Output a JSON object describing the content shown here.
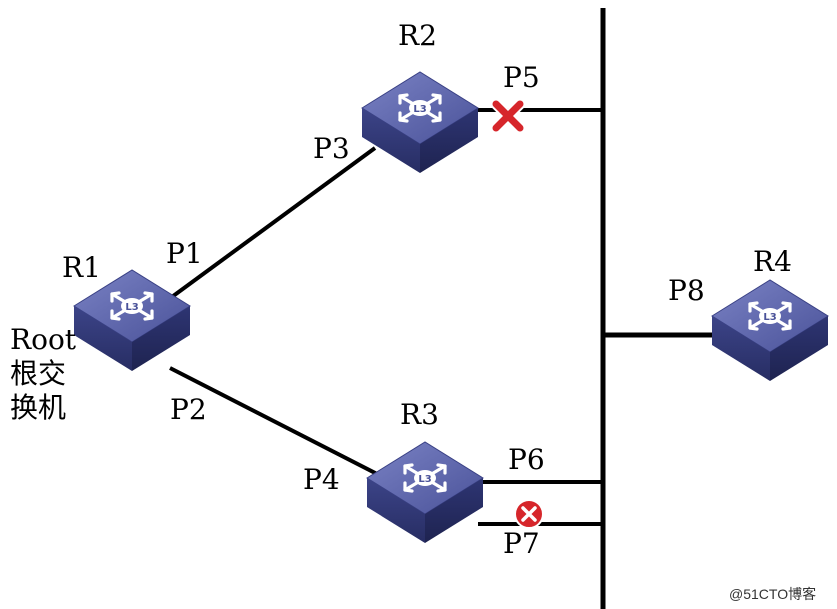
{
  "routers": {
    "r1": {
      "name": "R1",
      "icon": "layer3-switch-icon"
    },
    "r2": {
      "name": "R2",
      "icon": "layer3-switch-icon"
    },
    "r3": {
      "name": "R3",
      "icon": "layer3-switch-icon"
    },
    "r4": {
      "name": "R4",
      "icon": "layer3-switch-icon"
    }
  },
  "root": {
    "line1": "Root",
    "line2": "根交",
    "line3": "换机"
  },
  "ports": {
    "p1": "P1",
    "p2": "P2",
    "p3": "P3",
    "p4": "P4",
    "p5": "P5",
    "p6": "P6",
    "p7": "P7",
    "p8": "P8"
  },
  "blocked_ports": [
    "P5",
    "P7"
  ],
  "colors": {
    "switch_top": "#5a63a8",
    "switch_side": "#2f3675",
    "blocked_mark": "#d6262b",
    "link": "#000000"
  },
  "watermark": "@51CTO博客"
}
